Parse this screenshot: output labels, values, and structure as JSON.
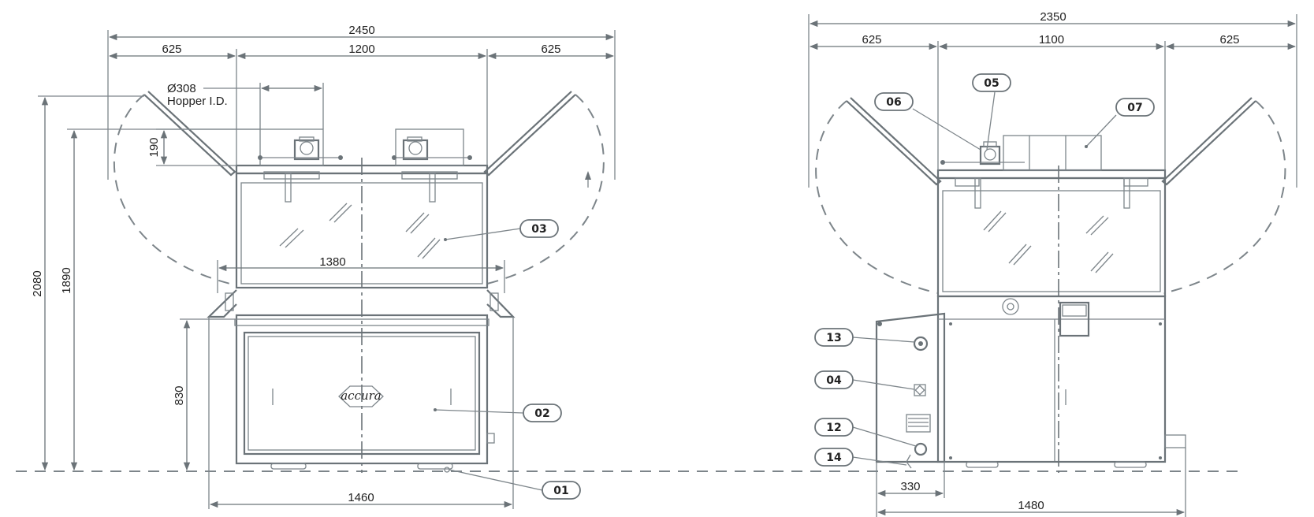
{
  "front_view": {
    "dims": {
      "overall_width": "2450",
      "left_wing": "625",
      "center": "1200",
      "right_wing": "625",
      "inner_width": "1380",
      "base_width": "1460",
      "overall_height": "2080",
      "height_1890": "1890",
      "height_830": "830",
      "hopper_height": "190"
    },
    "hopper_dia": "Ø308",
    "hopper_label": "Hopper I.D.",
    "logo": "accura",
    "callouts": [
      "01",
      "02",
      "03"
    ]
  },
  "side_view": {
    "dims": {
      "overall_width": "2350",
      "left_wing": "625",
      "center": "1100",
      "right_wing": "625",
      "panel_depth": "330",
      "base_depth": "1480"
    },
    "callouts": [
      "04",
      "05",
      "06",
      "07",
      "12",
      "13",
      "14"
    ]
  }
}
